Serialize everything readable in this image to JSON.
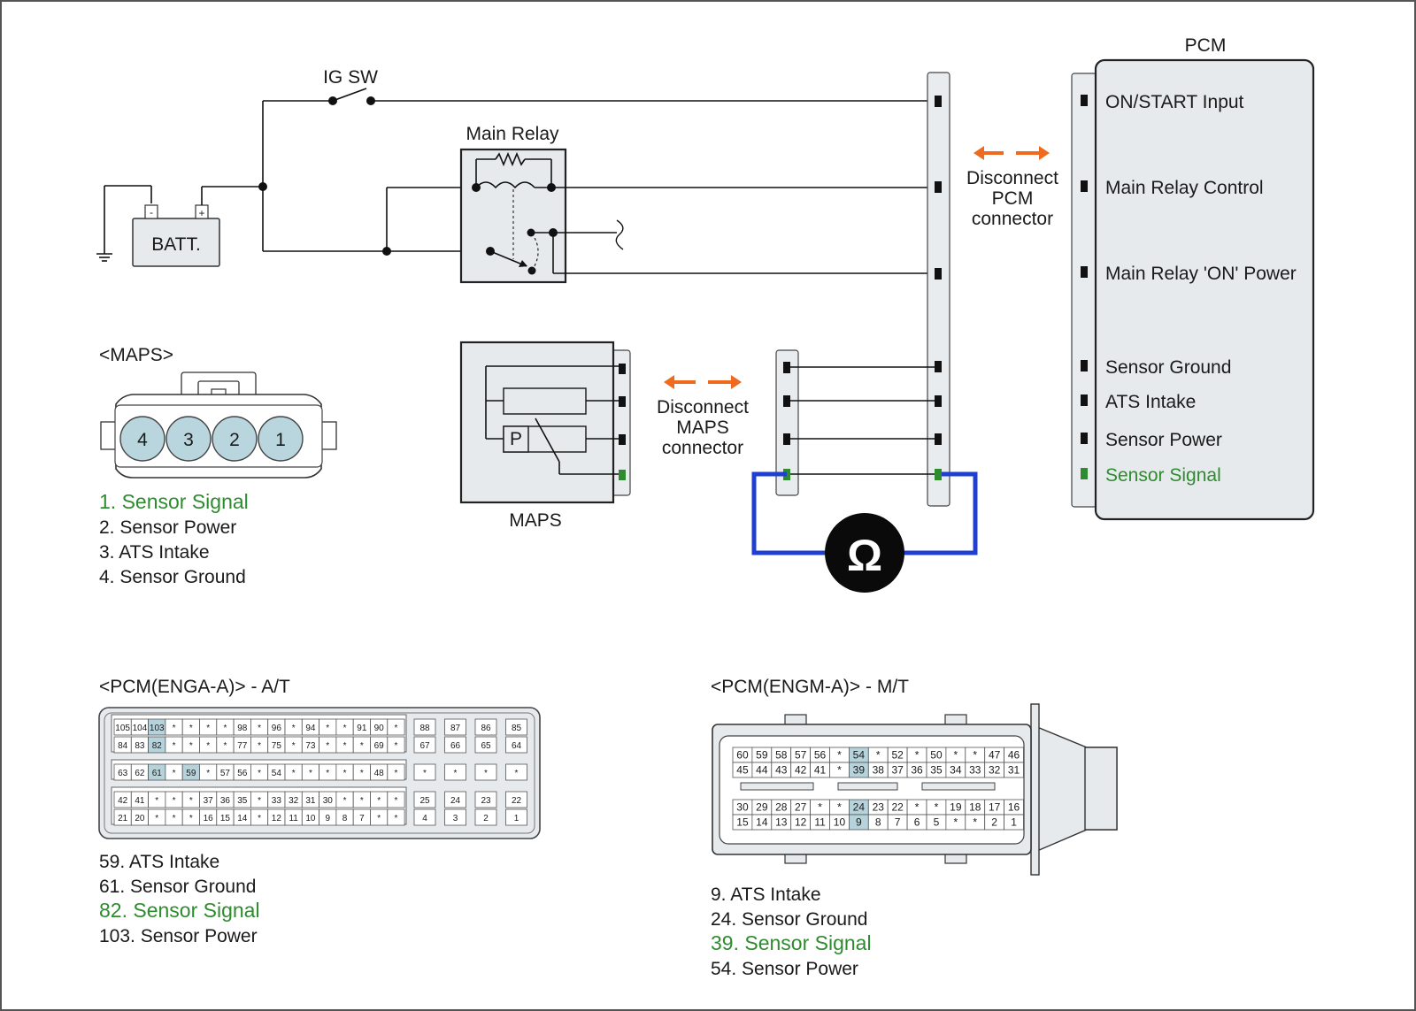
{
  "circuit": {
    "ig_sw": "IG SW",
    "main_relay": "Main Relay",
    "battery": "BATT.",
    "battery_neg": "-",
    "battery_pos": "+",
    "pcm_title": "PCM",
    "pcm_pins": [
      {
        "label": "ON/START Input",
        "color": "#1a1a1a"
      },
      {
        "label": "Main Relay Control",
        "color": "#1a1a1a"
      },
      {
        "label": "Main Relay 'ON' Power",
        "color": "#1a1a1a"
      },
      {
        "label": "Sensor Ground",
        "color": "#1a1a1a"
      },
      {
        "label": "ATS Intake",
        "color": "#1a1a1a"
      },
      {
        "label": "Sensor Power",
        "color": "#1a1a1a"
      },
      {
        "label": "Sensor Signal",
        "color": "#2e8b2e"
      }
    ],
    "disconnect_pcm": [
      "Disconnect",
      "PCM",
      "connector"
    ],
    "disconnect_maps": [
      "Disconnect",
      "MAPS",
      "connector"
    ],
    "maps_label": "MAPS",
    "maps_p": "P",
    "ohm_symbol": "Ω",
    "ohmmeter_icon": "ohmmeter-icon"
  },
  "maps_connector": {
    "title": "<MAPS>",
    "pin_numbers": [
      "4",
      "3",
      "2",
      "1"
    ],
    "legend": [
      {
        "text": "1. Sensor Signal",
        "highlight": true
      },
      {
        "text": "2. Sensor Power",
        "highlight": false
      },
      {
        "text": "3. ATS Intake",
        "highlight": false
      },
      {
        "text": "4. Sensor Ground",
        "highlight": false
      }
    ]
  },
  "pcm_enga": {
    "title": "<PCM(ENGA-A)> - A/T",
    "rows": [
      [
        "105",
        "104",
        "103",
        "*",
        "*",
        "*",
        "*",
        "98",
        "*",
        "96",
        "*",
        "94",
        "*",
        "*",
        "91",
        "90",
        "*"
      ],
      [
        "84",
        "83",
        "82",
        "*",
        "*",
        "*",
        "*",
        "77",
        "*",
        "75",
        "*",
        "73",
        "*",
        "*",
        "*",
        "69",
        "*"
      ],
      [
        "63",
        "62",
        "61",
        "*",
        "59",
        "*",
        "57",
        "56",
        "*",
        "54",
        "*",
        "*",
        "*",
        "*",
        "*",
        "48",
        "*"
      ],
      [
        "42",
        "41",
        "*",
        "*",
        "*",
        "37",
        "36",
        "35",
        "*",
        "33",
        "32",
        "31",
        "30",
        "*",
        "*",
        "*",
        "*"
      ],
      [
        "21",
        "20",
        "*",
        "*",
        "*",
        "16",
        "15",
        "14",
        "*",
        "12",
        "11",
        "10",
        "9",
        "8",
        "7",
        "*",
        "*"
      ]
    ],
    "right_rows": [
      [
        "88",
        "87",
        "86",
        "85"
      ],
      [
        "67",
        "66",
        "65",
        "64"
      ],
      [
        "*",
        "*",
        "*",
        "*"
      ],
      [
        "25",
        "24",
        "23",
        "22"
      ],
      [
        "4",
        "3",
        "2",
        "1"
      ]
    ],
    "highlighted": [
      "103",
      "82",
      "61",
      "59"
    ],
    "legend": [
      {
        "text": "59. ATS Intake",
        "highlight": false
      },
      {
        "text": "61. Sensor Ground",
        "highlight": false
      },
      {
        "text": "82. Sensor Signal",
        "highlight": true
      },
      {
        "text": "103. Sensor Power",
        "highlight": false
      }
    ]
  },
  "pcm_engm": {
    "title": "<PCM(ENGM-A)> - M/T",
    "rows": [
      [
        "60",
        "59",
        "58",
        "57",
        "56",
        "*",
        "54",
        "*",
        "52",
        "*",
        "50",
        "*",
        "*",
        "47",
        "46"
      ],
      [
        "45",
        "44",
        "43",
        "42",
        "41",
        "*",
        "39",
        "38",
        "37",
        "36",
        "35",
        "34",
        "33",
        "32",
        "31"
      ],
      [
        "30",
        "29",
        "28",
        "27",
        "*",
        "*",
        "24",
        "23",
        "22",
        "*",
        "*",
        "19",
        "18",
        "17",
        "16"
      ],
      [
        "15",
        "14",
        "13",
        "12",
        "11",
        "10",
        "9",
        "8",
        "7",
        "6",
        "5",
        "*",
        "*",
        "2",
        "1"
      ]
    ],
    "highlighted": [
      "54",
      "39",
      "24",
      "9"
    ],
    "legend": [
      {
        "text": "9. ATS Intake",
        "highlight": false
      },
      {
        "text": "24. Sensor Ground",
        "highlight": false
      },
      {
        "text": "39. Sensor Signal",
        "highlight": true
      },
      {
        "text": "54. Sensor Power",
        "highlight": false
      }
    ]
  },
  "colors": {
    "highlight_cell": "#b6d3dc",
    "signal_green": "#2e8b2e",
    "meter_wire": "#1f3fd1",
    "arrow_orange": "#ee6a1e",
    "maps_pin_fill": "#b9d6de"
  }
}
